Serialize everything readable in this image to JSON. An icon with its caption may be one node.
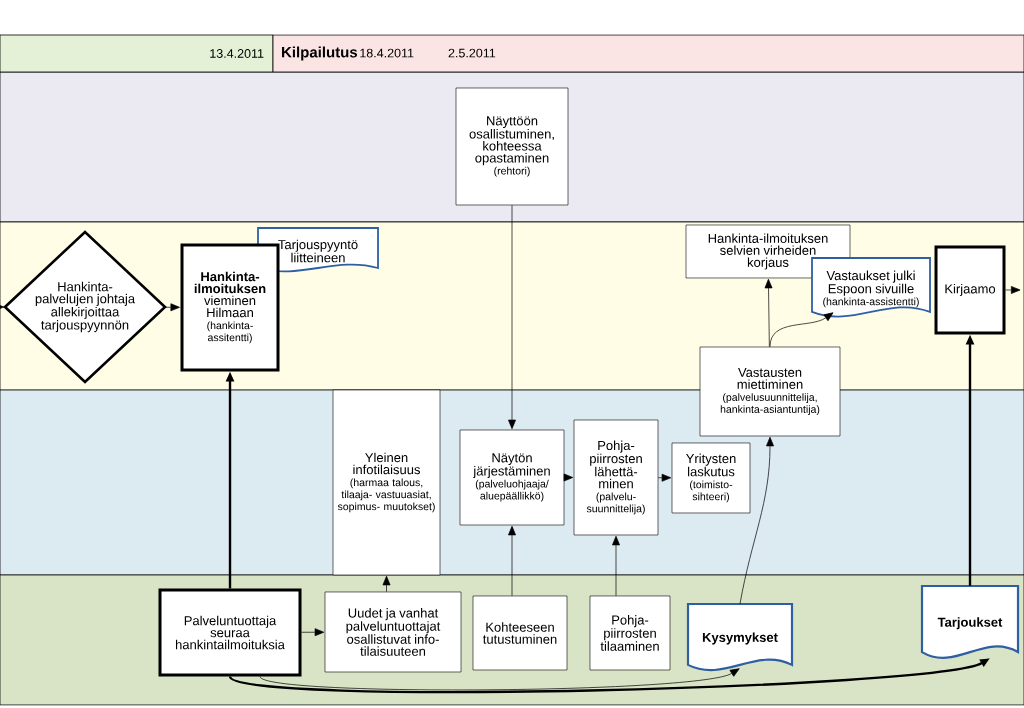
{
  "diagram": {
    "nodes": [
      {
        "text": [
          "13.4.2011"
        ]
      },
      {
        "text": [
          "Kilpailutus",
          "18.4.2011",
          "2.5.2011"
        ]
      },
      {
        "text": [
          "Näyttöön osallistuminen, kohteessa opastaminen",
          "(rehtori)"
        ]
      },
      {
        "text": [
          "Hankinta- palvelujen johtaja allekirjoittaa tarjouspyynnön"
        ]
      },
      {
        "text": [
          "**Hankinta- ilmoituksen** vieminen Hilmaan",
          "(hankinta- assitentti)"
        ]
      },
      {
        "text": [
          "Tarjouspyyntö liitteineen"
        ]
      },
      {
        "text": [
          "Hankinta-ilmoituksen selvien virheiden korjaus"
        ]
      },
      {
        "text": [
          "Vastaukset julki Espoon sivuille",
          "(hankinta-assistentti)"
        ]
      },
      {
        "text": [
          "Kirjaamo"
        ]
      },
      {
        "text": [
          "Vastausten miettiminen",
          "(palvelusuunnittelija, hankinta-asiantuntija)"
        ]
      },
      {
        "text": [
          "Yleinen infotilaisuus",
          "(harmaa talous, tilaaja- vastuuasiat, sopimus- muutokset)"
        ]
      },
      {
        "text": [
          "Näytön järjestäminen",
          "(palveluohjaaja/ aluepäällikkö)"
        ]
      },
      {
        "text": [
          "Pohja- piirrosten lähettä- minen",
          "(palvelu- suunnittelija)"
        ]
      },
      {
        "text": [
          "Yritysten laskutus",
          "(toimisto- sihteeri)"
        ]
      },
      {
        "text": [
          "Palveluntuottaja seuraa hankintailmoituksia"
        ]
      },
      {
        "text": [
          "Uudet ja vanhat palveluntuottajat osallistuvat info- tilaisuuteen"
        ]
      },
      {
        "text": [
          "Kohteeseen tutustuminen"
        ]
      },
      {
        "text": [
          "Pohja- piirrosten tilaaminen"
        ]
      },
      {
        "text": [
          "Kysymykset"
        ]
      },
      {
        "text": [
          "Tarjoukset"
        ]
      }
    ],
    "edges": [
      {
        "from": null,
        "to": 3,
        "arrow": "to"
      },
      {
        "from": 3,
        "to": 4,
        "arrow": "to"
      },
      {
        "from": 2,
        "to": 11,
        "arrow": "to"
      },
      {
        "from": 14,
        "to": 4,
        "arrow": "to",
        "style": "thick"
      },
      {
        "from": 14,
        "to": 15,
        "arrow": "to"
      },
      {
        "from": 15,
        "to": 10,
        "arrow": "to"
      },
      {
        "from": 16,
        "to": 11,
        "arrow": "to"
      },
      {
        "from": 11,
        "to": 12,
        "arrow": "to"
      },
      {
        "from": 17,
        "to": 12,
        "arrow": "to"
      },
      {
        "from": 12,
        "to": 13,
        "arrow": "to"
      },
      {
        "from": 18,
        "to": 9,
        "arrow": "to"
      },
      {
        "from": 9,
        "to": 6,
        "arrow": "to"
      },
      {
        "from": 9,
        "to": 7,
        "arrow": "to"
      },
      {
        "from": 14,
        "to": 18,
        "arrow": "to"
      },
      {
        "from": 14,
        "to": 19,
        "arrow": "to",
        "style": "thick"
      },
      {
        "from": 19,
        "to": 8,
        "arrow": "to",
        "style": "thick"
      },
      {
        "from": 8,
        "to": null,
        "arrow": "to"
      }
    ]
  }
}
